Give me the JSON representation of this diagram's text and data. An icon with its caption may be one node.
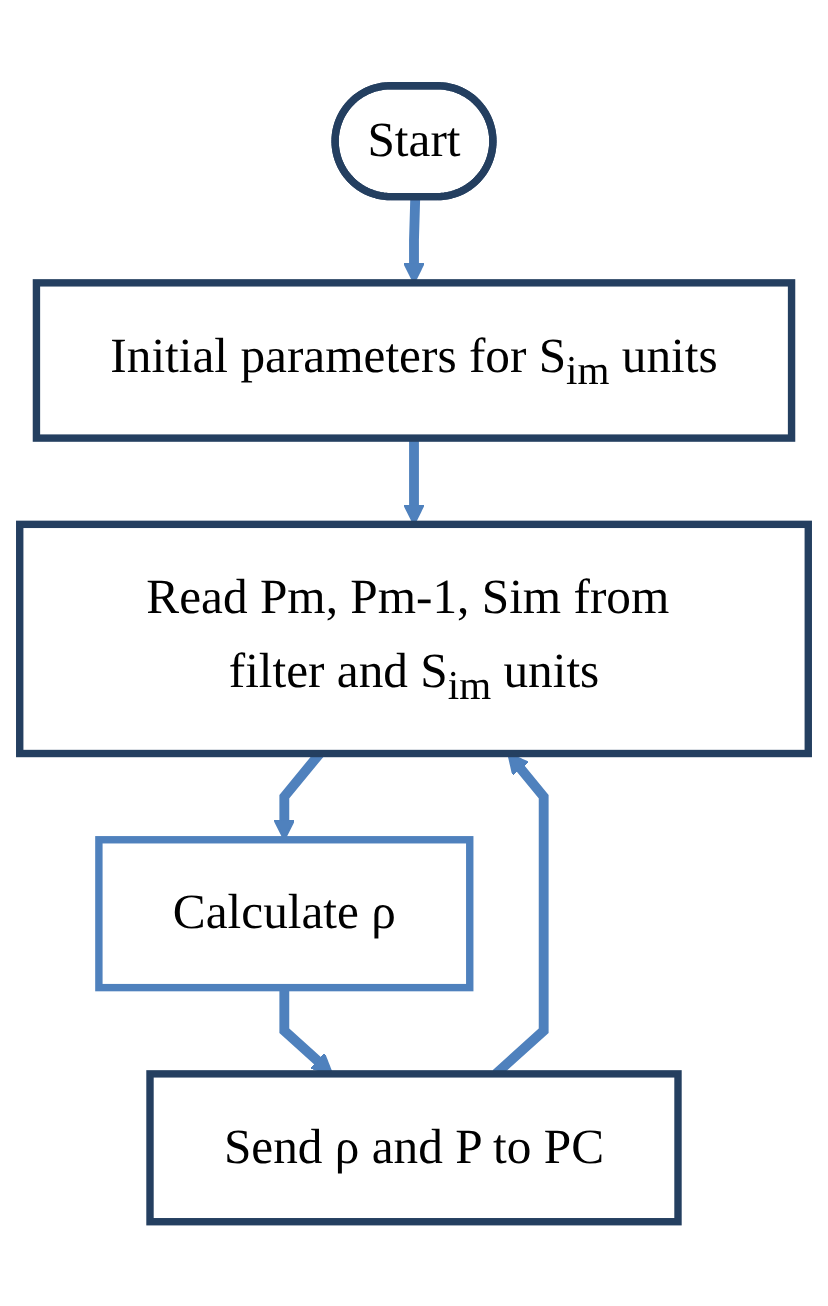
{
  "diagram": {
    "nodes": [
      {
        "text": [
          "Start"
        ]
      },
      {
        "text": [
          "Initial parameters for S$_{im}$ units"
        ]
      },
      {
        "text": [
          "Read Pm, Pm-1, Sim from filter and S$_{im}$ units"
        ]
      },
      {
        "text": [
          "Calculate ρ"
        ]
      },
      {
        "text": [
          "Send ρ and P to PC"
        ]
      }
    ],
    "edges": [
      {
        "from": 0,
        "to": 1,
        "arrow": "to"
      },
      {
        "from": 1,
        "to": 2,
        "arrow": "to"
      },
      {
        "from": 2,
        "to": 3,
        "arrow": "to"
      },
      {
        "from": 3,
        "to": 4,
        "arrow": "to"
      },
      {
        "from": 4,
        "to": 2,
        "arrow": "to"
      }
    ]
  }
}
